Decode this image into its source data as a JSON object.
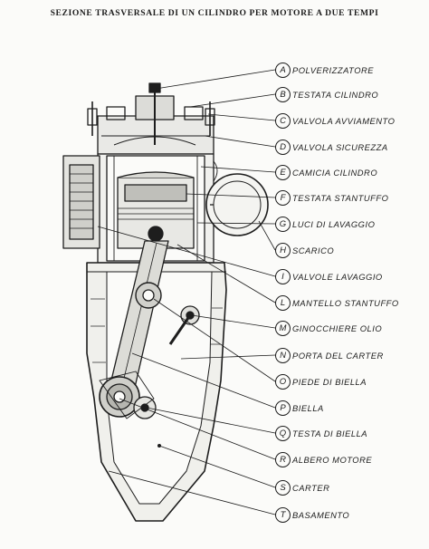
{
  "title": "SEZIONE TRASVERSALE DI UN CILINDRO PER MOTORE A DUE TEMPI",
  "legend": [
    {
      "letter": "A",
      "label": "POLVERIZZATORE"
    },
    {
      "letter": "B",
      "label": "TESTATA CILINDRO"
    },
    {
      "letter": "C",
      "label": "VALVOLA AVVIAMENTO"
    },
    {
      "letter": "D",
      "label": "VALVOLA SICUREZZA"
    },
    {
      "letter": "E",
      "label": "CAMICIA CILINDRO"
    },
    {
      "letter": "F",
      "label": "TESTATA STANTUFFO"
    },
    {
      "letter": "G",
      "label": "LUCI DI LAVAGGIO"
    },
    {
      "letter": "H",
      "label": "SCARICO"
    },
    {
      "letter": "I",
      "label": "VALVOLE LAVAGGIO"
    },
    {
      "letter": "L",
      "label": "MANTELLO STANTUFFO"
    },
    {
      "letter": "M",
      "label": "GINOCCHIERE OLIO"
    },
    {
      "letter": "N",
      "label": "PORTA DEL CARTER"
    },
    {
      "letter": "O",
      "label": "PIEDE DI BIELLA"
    },
    {
      "letter": "P",
      "label": "BIELLA"
    },
    {
      "letter": "Q",
      "label": "TESTA DI BIELLA"
    },
    {
      "letter": "R",
      "label": "ALBERO MOTORE"
    },
    {
      "letter": "S",
      "label": "CARTER"
    },
    {
      "letter": "T",
      "label": "BASAMENTO"
    }
  ]
}
